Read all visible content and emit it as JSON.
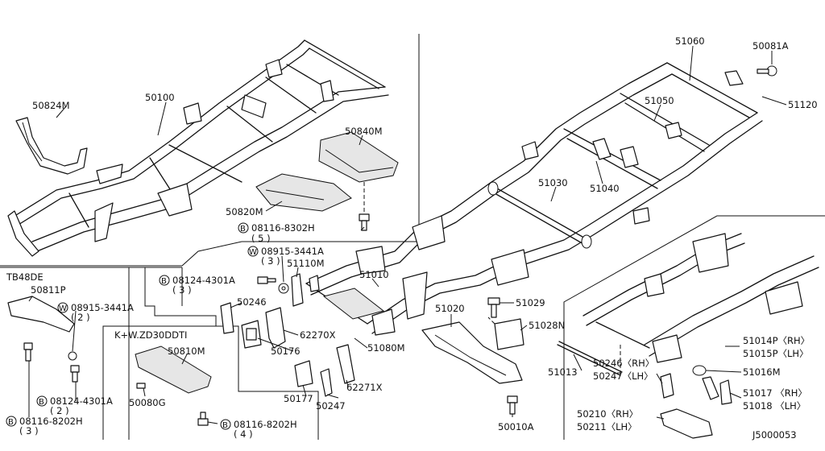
{
  "diagram_id": "J5000053",
  "labels": {
    "l50824M": "50824M",
    "l50100": "50100",
    "l50840M": "50840M",
    "l50820M": "50820M",
    "l8302H_num": "08116-8302H",
    "l8302H_qty": "( 5 )",
    "l3441A_a_num": "08915-3441A",
    "l3441A_a_qty": "( 3 )",
    "l51110M": "51110M",
    "l51060": "51060",
    "l50081A": "50081A",
    "l51120": "51120",
    "l51050": "51050",
    "l51030": "51030",
    "l51040": "51040",
    "l51010": "51010",
    "lTB48DE": "TB48DE",
    "l50811P": "50811P",
    "l3441A_b_num": "08915-3441A",
    "l3441A_b_qty": "( 2 )",
    "l4301A_b_num": "08124-4301A",
    "l4301A_b_qty": "( 2 )",
    "l8202H_a_num": "08116-8202H",
    "l8202H_a_qty": "( 3 )",
    "l4301A_a_num": "08124-4301A",
    "l4301A_a_qty": "( 3 )",
    "l50246": "50246",
    "l62270X": "62270X",
    "l50176": "50176",
    "l51080M": "51080M",
    "lKW": "K+W.ZD30DDTI",
    "l50810M": "50810M",
    "l50080G": "50080G",
    "l8202H_b_num": "08116-8202H",
    "l8202H_b_qty": "( 4 )",
    "l50177": "50177",
    "l50247": "50247",
    "l62271X": "62271X",
    "l51020": "51020",
    "l51029": "51029",
    "l51028N": "51028N",
    "l50010A": "50010A",
    "l51013": "51013",
    "l50246RH": "50246〈RH〉",
    "l50247LH": "50247〈LH〉",
    "l50210RH": "50210〈RH〉",
    "l50211LH": "50211〈LH〉",
    "l51014P": "51014P〈RH〉",
    "l51015P": "51015P〈LH〉",
    "l51016M": "51016M",
    "l51017": "51017 〈RH〉",
    "l51018": "51018 〈LH〉",
    "prefix_B": "B",
    "prefix_W": "W"
  }
}
